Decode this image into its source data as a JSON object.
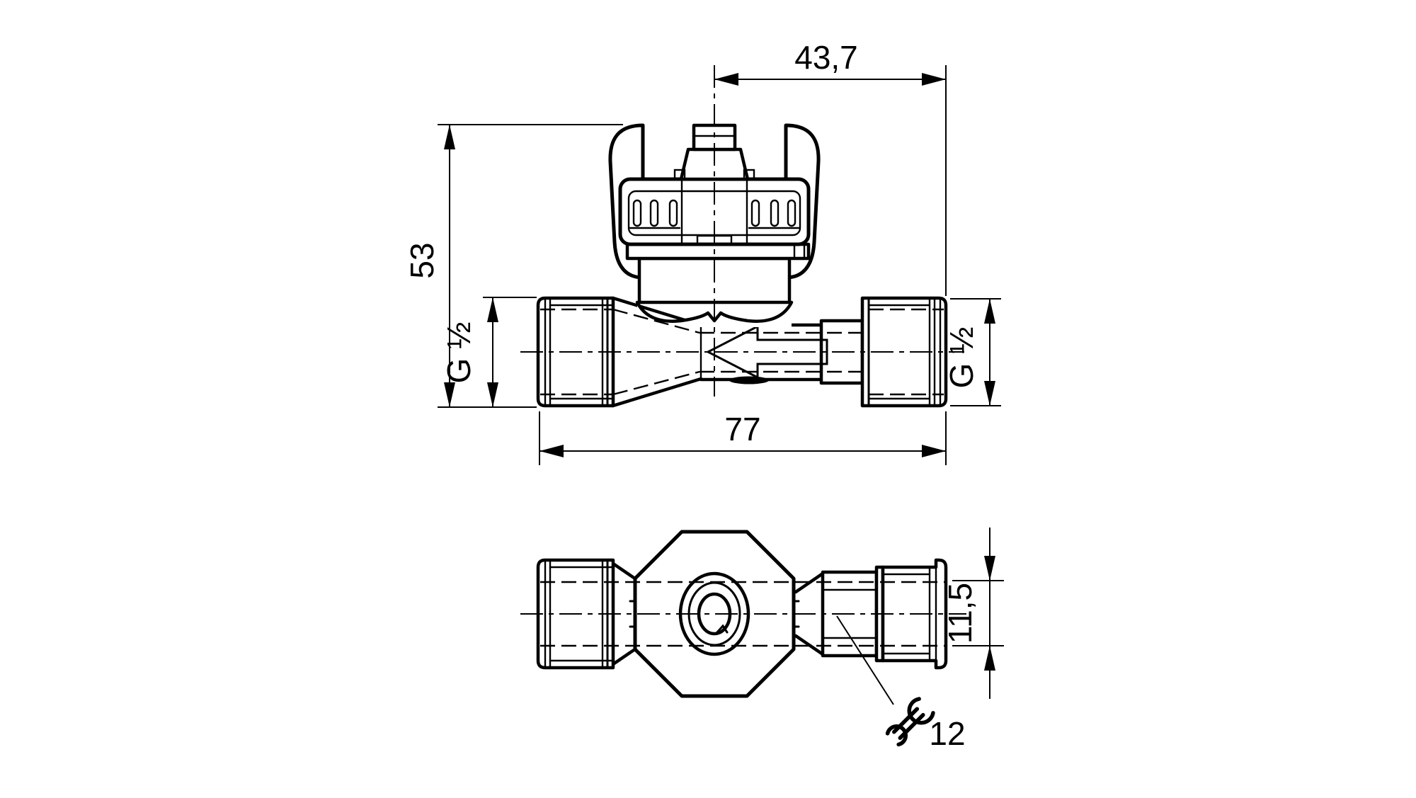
{
  "title": "flow sensor dimensional drawing",
  "colors": {
    "background": "#ffffff",
    "line": "#000000"
  },
  "front_view": {
    "dim_top_offset": "43,7",
    "dim_height": "53",
    "dim_thread_left": "G ½",
    "dim_thread_right": "G ½",
    "dim_length": "77"
  },
  "bottom_view": {
    "dim_flats": "11,5",
    "wrench_size": "12",
    "wrench_icon": "wrench-icon"
  }
}
